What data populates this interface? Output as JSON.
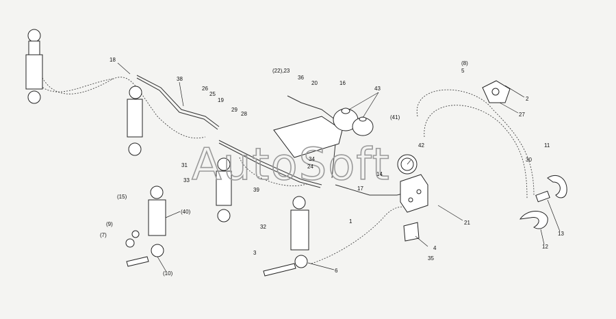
{
  "watermark": "AutoSoft",
  "callouts": {
    "c1": "1",
    "c2": "2",
    "c3": "3",
    "c4": "4",
    "c5": "5",
    "c6": "6",
    "c7": "(7)",
    "c8": "(8)",
    "c9": "(9)",
    "c10": "(10)",
    "c11": "11",
    "c12": "12",
    "c13": "13",
    "c14": "14",
    "c15": "(15)",
    "c16": "16",
    "c17": "17",
    "c18": "18",
    "c19": "19",
    "c20": "20",
    "c21": "21",
    "c2223": "(22),23",
    "c24": "24",
    "c25": "25",
    "c26": "26",
    "c27": "27",
    "c28": "28",
    "c29": "29",
    "c30": "30",
    "c31": "31",
    "c32": "32",
    "c33": "33",
    "c34": "34",
    "c35": "35",
    "c36": "36",
    "c38": "38",
    "c39": "39",
    "c40": "(40)",
    "c41": "(41)",
    "c42": "42",
    "c43": "43"
  }
}
